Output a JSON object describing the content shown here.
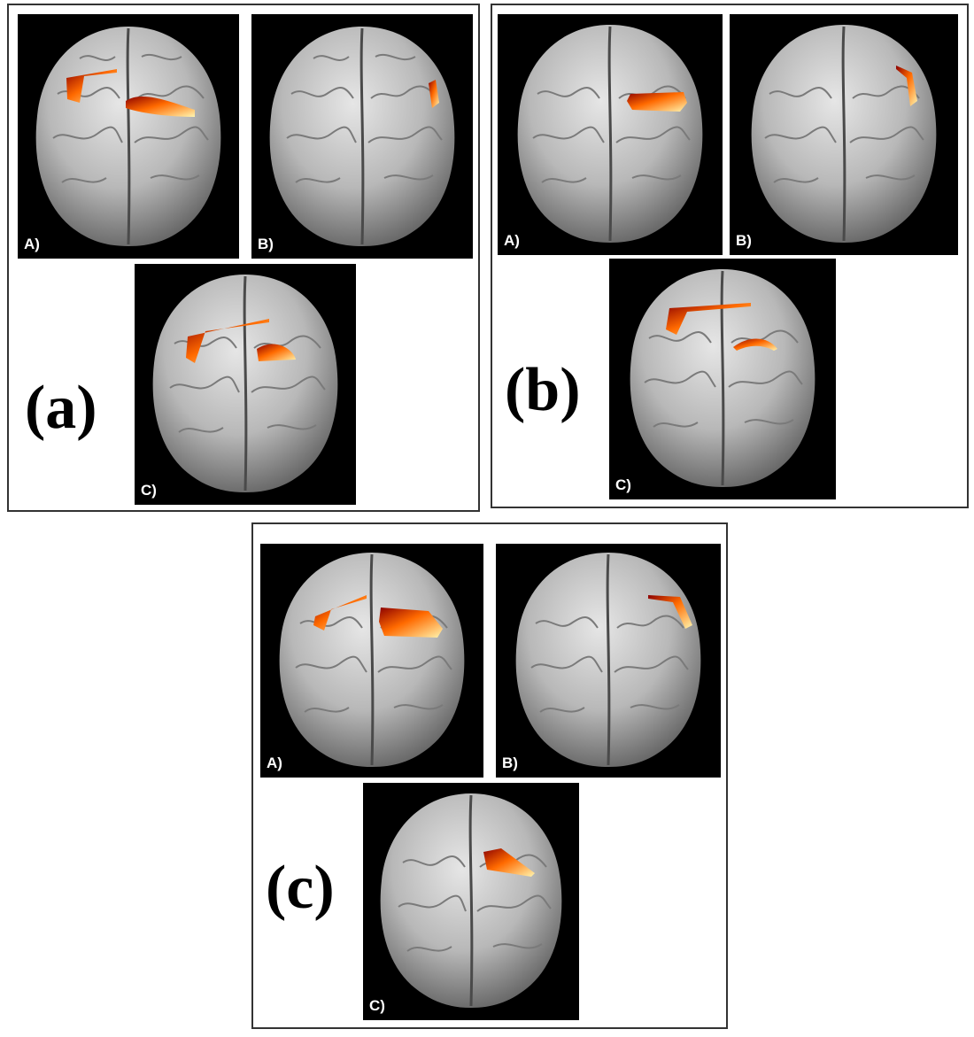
{
  "figure": {
    "groups": [
      {
        "label": "(a)",
        "panels": [
          {
            "label": "A)",
            "activations": [
              "left-superior-strip",
              "right-large-blob"
            ]
          },
          {
            "label": "B)",
            "activations": [
              "right-lateral-small"
            ]
          },
          {
            "label": "C)",
            "activations": [
              "left-superior-strip",
              "right-medium-blob"
            ]
          }
        ]
      },
      {
        "label": "(b)",
        "panels": [
          {
            "label": "A)",
            "activations": [
              "central-blob"
            ]
          },
          {
            "label": "B)",
            "activations": [
              "right-lateral-strip"
            ]
          },
          {
            "label": "C)",
            "activations": [
              "left-superior-strip",
              "right-crescent"
            ]
          }
        ]
      },
      {
        "label": "(c)",
        "panels": [
          {
            "label": "A)",
            "activations": [
              "left-superior-strip",
              "right-large-blob"
            ]
          },
          {
            "label": "B)",
            "activations": [
              "right-lateral-strip"
            ]
          },
          {
            "label": "C)",
            "activations": [
              "right-wedge"
            ]
          }
        ]
      }
    ],
    "colors": {
      "panel_background": "#000000",
      "brain_surface": "#b8b8b8",
      "activation_dark": "#8b0000",
      "activation_mid": "#ff6a00",
      "activation_bright": "#fff6b0"
    }
  }
}
